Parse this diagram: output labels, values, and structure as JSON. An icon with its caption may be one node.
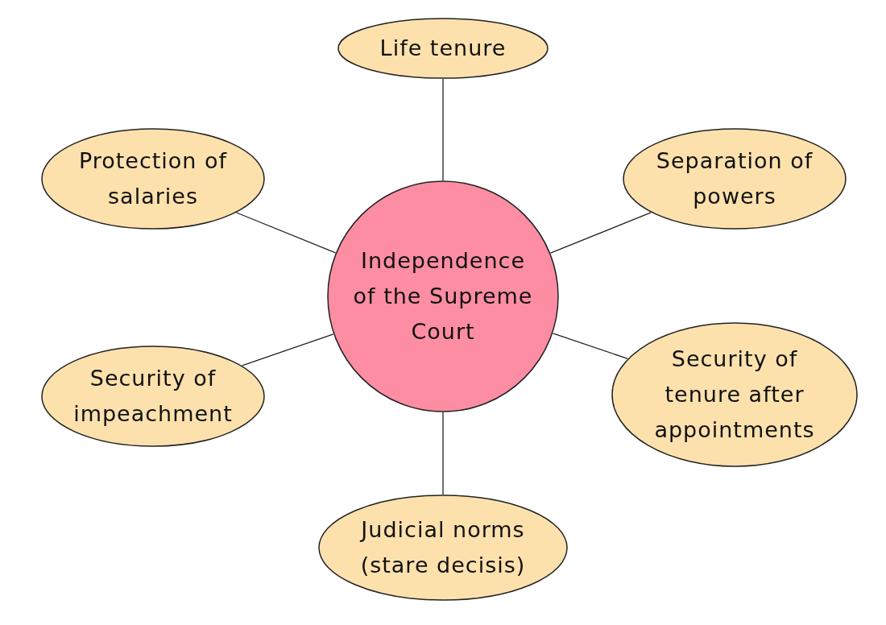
{
  "diagram": {
    "nodes": [
      {
        "text": [
          "Life tenure"
        ]
      },
      {
        "text": [
          "Protection of salaries"
        ]
      },
      {
        "text": [
          "Separation of powers"
        ]
      },
      {
        "text": [
          "Independence of the Supreme Court"
        ]
      },
      {
        "text": [
          "Security of impeachment"
        ]
      },
      {
        "text": [
          "Security of tenure after appointments"
        ]
      },
      {
        "text": [
          "Judicial norms (stare decisis)"
        ]
      }
    ],
    "edges": [
      {
        "from": 3,
        "to": 0,
        "arrow": "none"
      },
      {
        "from": 3,
        "to": 1,
        "arrow": "none"
      },
      {
        "from": 3,
        "to": 2,
        "arrow": "none"
      },
      {
        "from": 3,
        "to": 4,
        "arrow": "none"
      },
      {
        "from": 3,
        "to": 5,
        "arrow": "none"
      },
      {
        "from": 3,
        "to": 6,
        "arrow": "none"
      }
    ]
  }
}
